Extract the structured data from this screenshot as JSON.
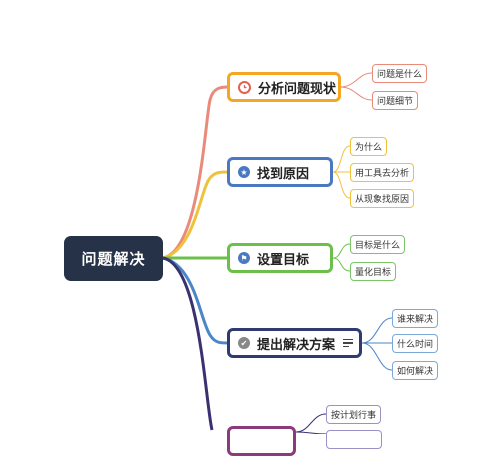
{
  "root": {
    "label": "问题解决"
  },
  "colors": {
    "root": "#263248",
    "branch1": "#f5a623",
    "branch2": "#4a78c2",
    "branch3": "#6cc04a",
    "branch4": "#2f3b6e",
    "branch5": "#8b3a7a",
    "leaf1": "#e98a7a",
    "leaf2": "#f0c23c",
    "leaf3": "#7cc46a",
    "leaf4": "#7ea8d8",
    "leaf5": "#9b90c8",
    "edge1": "#e98a7a",
    "edge2": "#f0c23c",
    "edge3": "#6cc04a",
    "edge4": "#4a86c8",
    "edge5": "#3a3270"
  },
  "branches": [
    {
      "label": "分析问题现状",
      "icon": "clock-icon",
      "leaves": [
        "问题是什么",
        "问题细节"
      ]
    },
    {
      "label": "找到原因",
      "icon": "star-icon",
      "leaves": [
        "为什么",
        "用工具去分析",
        "从现象找原因"
      ]
    },
    {
      "label": "设置目标",
      "icon": "flag-icon",
      "leaves": [
        "目标是什么",
        "量化目标"
      ]
    },
    {
      "label": "提出解决方案",
      "icon": "check-icon",
      "leaves": [
        "谁来解决",
        "什么时间",
        "如何解决"
      ]
    },
    {
      "label": "",
      "icon": "",
      "leaves": [
        "按计划行事",
        ""
      ]
    }
  ]
}
